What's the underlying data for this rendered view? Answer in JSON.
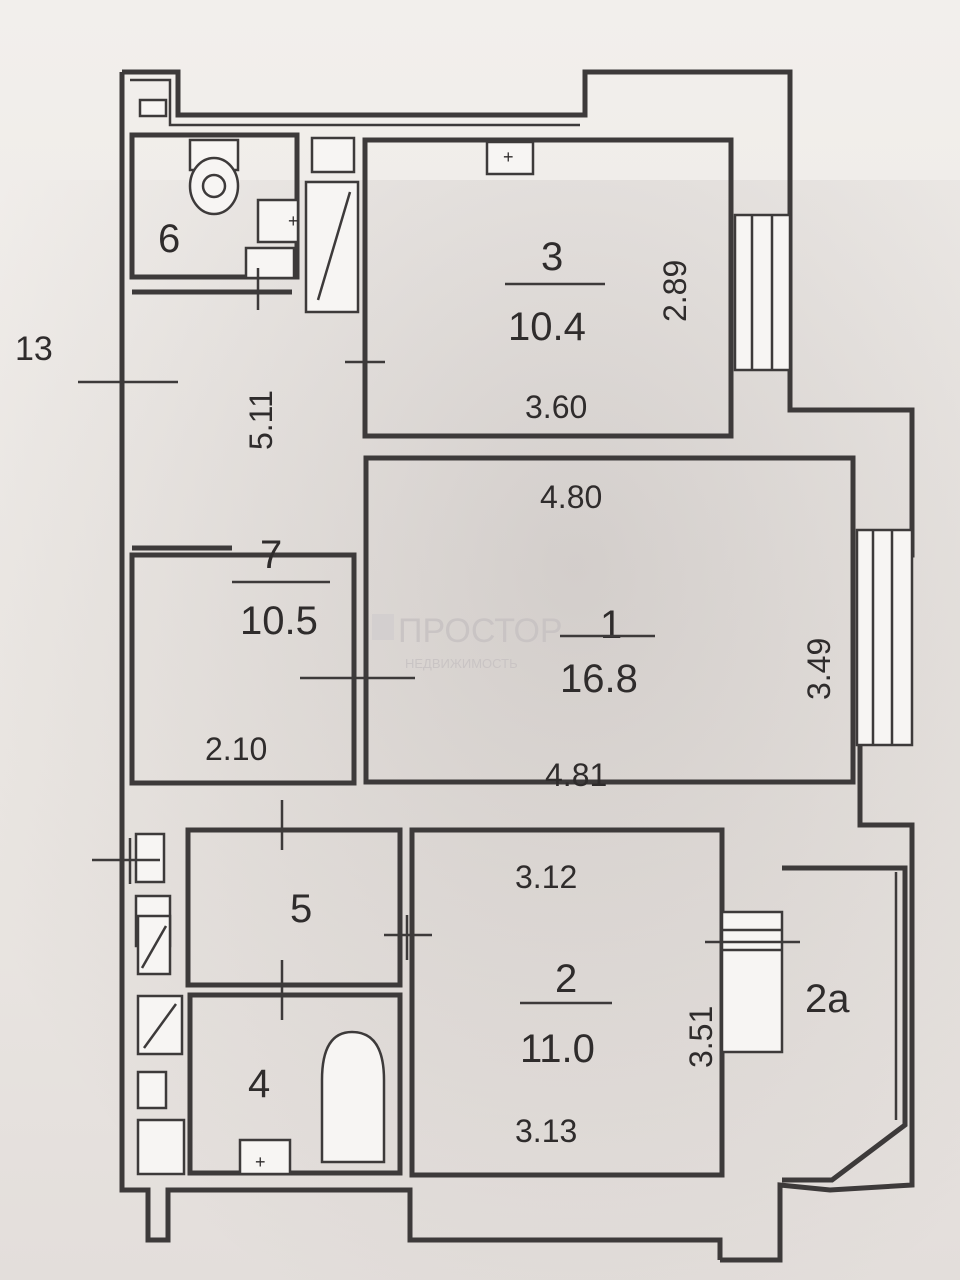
{
  "plan": {
    "outside_label": "13",
    "watermark": {
      "brand": "ПРОСТОР",
      "sub": "НЕДВИЖИМОСТЬ"
    },
    "rooms": {
      "r1": {
        "number": "1",
        "area": "16.8",
        "dim_top": "4.80",
        "dim_bottom": "4.81",
        "dim_side": "3.49"
      },
      "r2": {
        "number": "2",
        "area": "11.0",
        "dim_top": "3.12",
        "dim_bottom": "3.13",
        "dim_side": "3.51"
      },
      "r2a": {
        "number": "2a"
      },
      "r3": {
        "number": "3",
        "area": "10.4",
        "dim_side": "2.89",
        "dim_bottom": "3.60"
      },
      "r4": {
        "number": "4"
      },
      "r5": {
        "number": "5"
      },
      "r6": {
        "number": "6"
      },
      "r7": {
        "number": "7",
        "area": "10.5",
        "dim_side": "5.11",
        "dim_bottom": "2.10"
      }
    }
  }
}
